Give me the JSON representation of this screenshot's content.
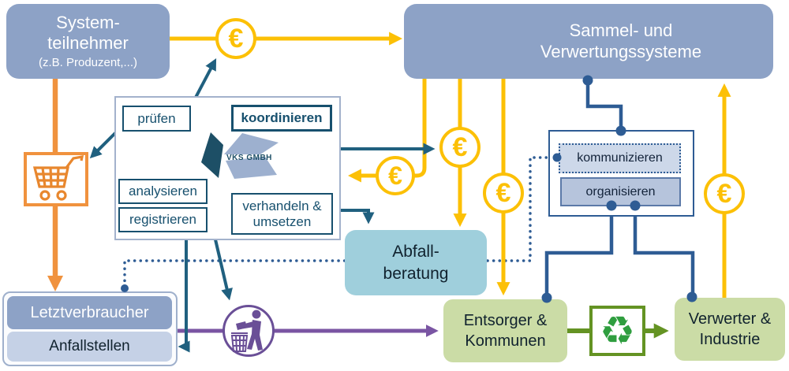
{
  "title": "VKS GmbH Systemdiagramm",
  "symbols": {
    "euro": "€",
    "recycle": "♻"
  },
  "colors": {
    "node_blue": "#8da2c6",
    "node_blue_light": "#c5d1e6",
    "panel_border": "#a3b2cc",
    "action_border": "#17506e",
    "money_yellow": "#fcc006",
    "flow_orange": "#f0923e",
    "arrow_teal": "#20607f",
    "line_navy": "#2e5c94",
    "flow_purple": "#7a55a3",
    "green_fill": "#cbdca6",
    "green_line": "#649323",
    "recycle_green": "#2f9e3f",
    "abfall_fill": "#9fcfdc"
  },
  "nodes": {
    "system": {
      "line1": "System-",
      "line2": "teilnehmer",
      "line3": "(z.B. Produzent,...)"
    },
    "sammel": {
      "line1": "Sammel- und",
      "line2": "Verwertungssysteme"
    },
    "vks": {
      "logo": "VKS GMBH",
      "pruefen": "prüfen",
      "koordinieren": "koordinieren",
      "analysieren": "analysieren",
      "registrieren": "registrieren",
      "verhandeln_line1": "verhandeln &",
      "verhandeln_line2": "umsetzen"
    },
    "abfall": {
      "line1": "Abfall-",
      "line2": "beratung"
    },
    "kommunikation": {
      "kommunizieren": "kommunizieren",
      "organisieren": "organisieren"
    },
    "verbraucher": {
      "letztverbraucher": "Letztverbraucher",
      "anfallstellen": "Anfallstellen"
    },
    "entsorger": {
      "line1": "Entsorger &",
      "line2": "Kommunen"
    },
    "verwerter": {
      "line1": "Verwerter &",
      "line2": "Industrie"
    }
  },
  "icons": {
    "cart": "shopping-cart-icon",
    "litter": "litter-disposal-icon",
    "recycle": "recycling-icon",
    "euro_coin": "euro-coin-icon"
  }
}
